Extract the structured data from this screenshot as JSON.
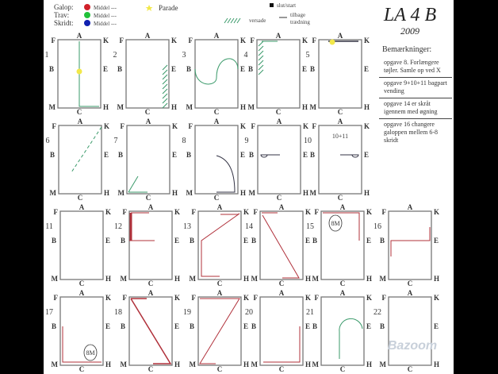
{
  "title": {
    "main": "LA 4 B",
    "year": "2009"
  },
  "legend": {
    "gaits": [
      {
        "label": "Galop:",
        "color": "#d0202a",
        "pace": "Middel ---"
      },
      {
        "label": "Trav:",
        "color": "#22c03a",
        "pace": "Middel ---"
      },
      {
        "label": "Skridt:",
        "color": "#1020b0",
        "pace": "Middel ---"
      }
    ],
    "parade": {
      "label": "Parade",
      "color": "#f2e84a"
    },
    "start": {
      "label": "slut/start"
    },
    "versade": {
      "label": "versade"
    },
    "tilbage": {
      "label": "tilbage",
      "label2": "trædning"
    }
  },
  "arena_letters": {
    "top": "A",
    "bottom": "C",
    "tl": "F",
    "tr": "K",
    "ml": "B",
    "mr": "E",
    "bl": "M",
    "br": "H"
  },
  "arenas": [
    {
      "number": "1"
    },
    {
      "number": "2"
    },
    {
      "number": "3"
    },
    {
      "number": "4"
    },
    {
      "number": "5"
    },
    {
      "number": "6"
    },
    {
      "number": "7"
    },
    {
      "number": "8"
    },
    {
      "number": "9"
    },
    {
      "number": "10",
      "inner_text": "10+11"
    },
    {
      "number": "11"
    },
    {
      "number": "12"
    },
    {
      "number": "13"
    },
    {
      "number": "14"
    },
    {
      "number": "15",
      "circle_text": "8M"
    },
    {
      "number": "16"
    },
    {
      "number": "17",
      "circle_text": "8M"
    },
    {
      "number": "18"
    },
    {
      "number": "19"
    },
    {
      "number": "20"
    },
    {
      "number": "21"
    },
    {
      "number": "22"
    }
  ],
  "notes": {
    "heading": "Bemærkninger:",
    "items": [
      "opgave 8. Forlængere tøjler. Samle op ved X",
      "opgave 9+10+11 bagpart vending",
      "opgave 14 er skråt igennem med øgning",
      "opgave 16 changere galoppen mellem 6-8 skridt"
    ]
  },
  "watermark": "Bazoom",
  "colors": {
    "canter": "#b0303a",
    "trot": "#3a9a6a",
    "walk": "#333344",
    "frame": "#777777"
  }
}
